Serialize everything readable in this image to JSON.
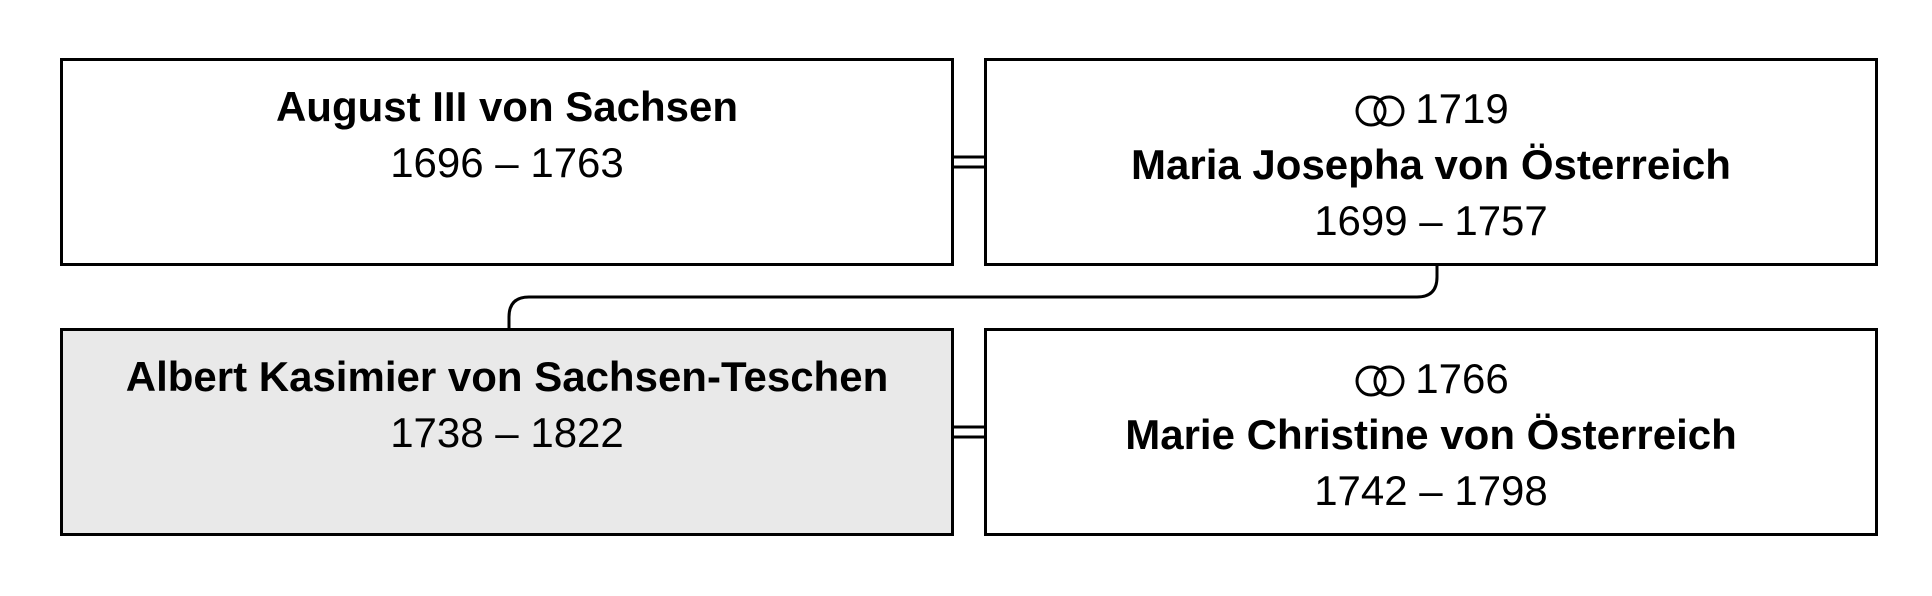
{
  "persons": [
    {
      "id": "august",
      "name": "August III von Sachsen",
      "dates": "1696 – 1763"
    },
    {
      "id": "maria-josepha",
      "marriage_year": "1719",
      "name": "Maria Josepha von Österreich",
      "dates": "1699 – 1757"
    },
    {
      "id": "albert",
      "name": "Albert Kasimier von Sachsen-Teschen",
      "dates": "1738 – 1822"
    },
    {
      "id": "marie-christine",
      "marriage_year": "1766",
      "name": "Marie Christine von Österreich",
      "dates": "1742 – 1798"
    }
  ],
  "colors": {
    "border": "#000000",
    "highlight_background": "#e9e9e9",
    "background": "#ffffff"
  },
  "icons": {
    "marriage": "wedding-rings-icon"
  }
}
